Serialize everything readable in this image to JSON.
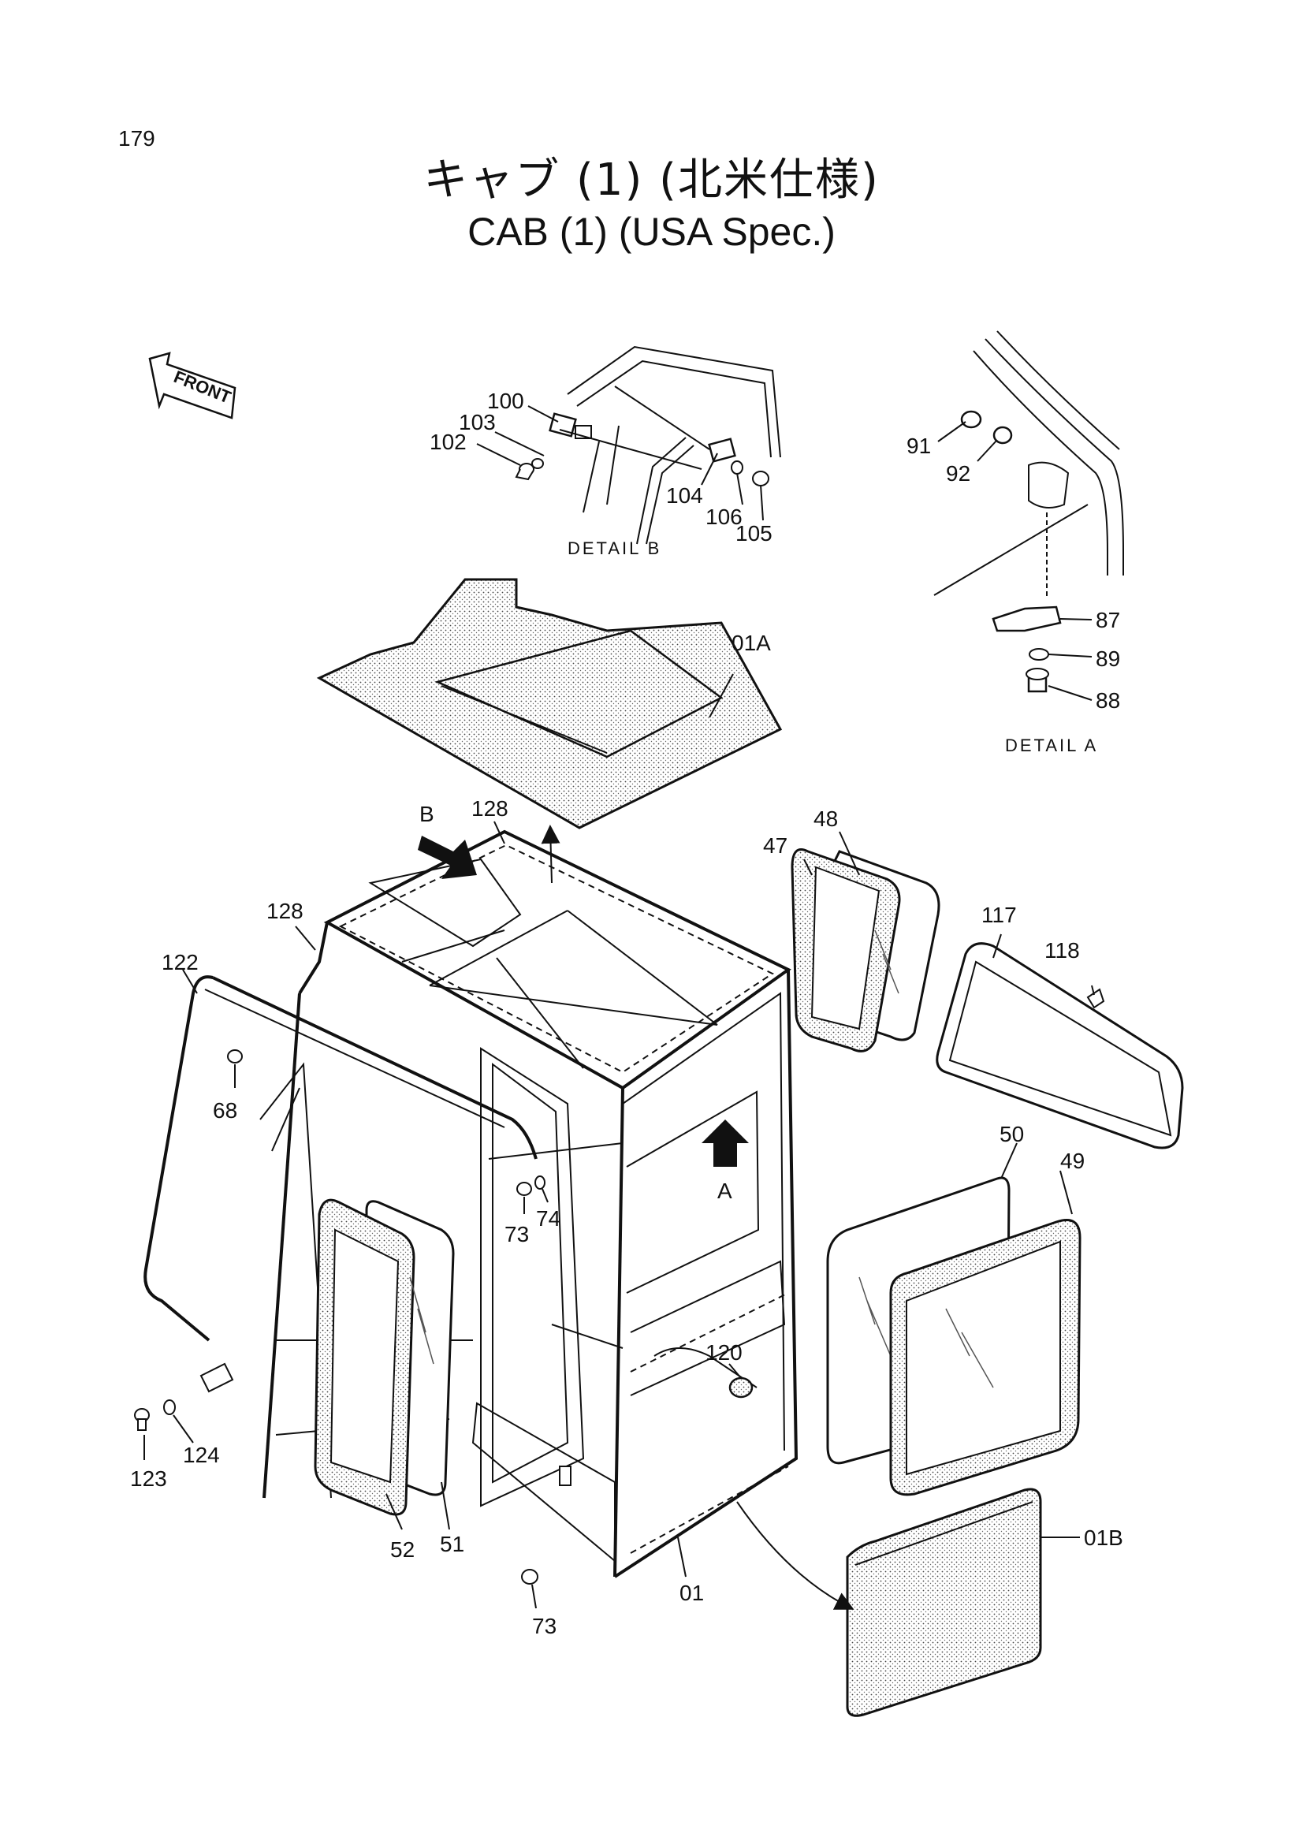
{
  "page_number": "179",
  "title_jp": "キャブ (1) (北米仕様)",
  "title_en": "CAB (1) (USA Spec.)",
  "front_label": "FRONT",
  "view_labels": {
    "a": "A",
    "b": "B"
  },
  "details": {
    "a": "DETAIL A",
    "b": "DETAIL B"
  },
  "callouts": [
    "100",
    "103",
    "102",
    "104",
    "106",
    "105",
    "91",
    "92",
    "87",
    "89",
    "88",
    "01A",
    "128",
    "128",
    "48",
    "47",
    "117",
    "118",
    "122",
    "68",
    "73",
    "74",
    "50",
    "49",
    "120",
    "123",
    "124",
    "52",
    "51",
    "73",
    "01",
    "01B"
  ]
}
